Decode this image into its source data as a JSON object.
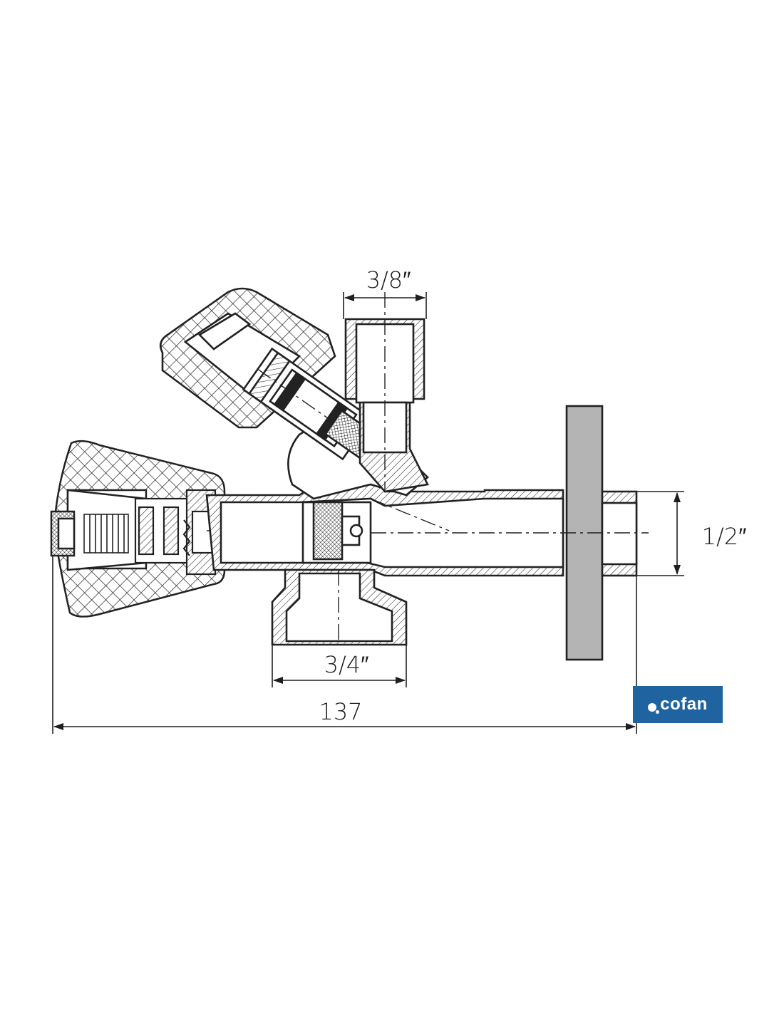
{
  "drawing": {
    "dimensions": {
      "top_outlet": "3/8″",
      "wall_connection": "1/2″",
      "bottom_outlet": "3/4″",
      "overall_length": "137"
    }
  },
  "brand": {
    "name": "cofan",
    "color": "#1f64a0"
  }
}
